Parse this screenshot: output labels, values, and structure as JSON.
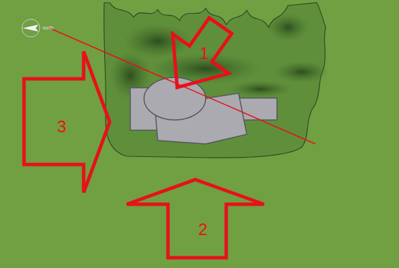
{
  "diagram": {
    "nodes": [
      {
        "text": [
          "1"
        ]
      },
      {
        "text": [
          "3"
        ]
      },
      {
        "text": [
          "2"
        ]
      }
    ],
    "labels": [
      "north"
    ]
  }
}
